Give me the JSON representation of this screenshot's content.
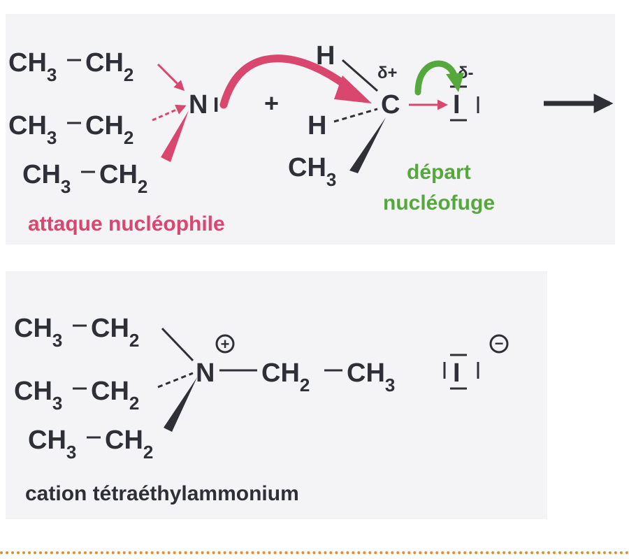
{
  "reaction": {
    "ethyl": {
      "ch3": "CH",
      "ch3_sub": "3",
      "ch2": "CH",
      "ch2_sub": "2"
    },
    "n_atom": "N",
    "lone_pair": "I",
    "plus_sign": "+",
    "h_atom": "H",
    "c_atom": "C",
    "methyl": {
      "ch": "CH",
      "sub": "3"
    },
    "iodine": "I",
    "delta_plus": "δ+",
    "delta_minus": "δ-",
    "label_attack": "attaque nucléophile",
    "label_departure_1": "départ",
    "label_departure_2": "nucléofuge"
  },
  "product": {
    "n_atom": "N",
    "plus_charge": "+",
    "chain": {
      "ch2": "CH",
      "ch2_sub": "2",
      "ch3": "CH",
      "ch3_sub": "3"
    },
    "iodide": "I",
    "minus_charge": "−",
    "label": "cation tétraéthylammonium"
  },
  "colors": {
    "attack_arrow": "#d9476e",
    "departure_arrow": "#55a83c",
    "text": "#2f2f38",
    "divider": "#ea8a2a"
  }
}
